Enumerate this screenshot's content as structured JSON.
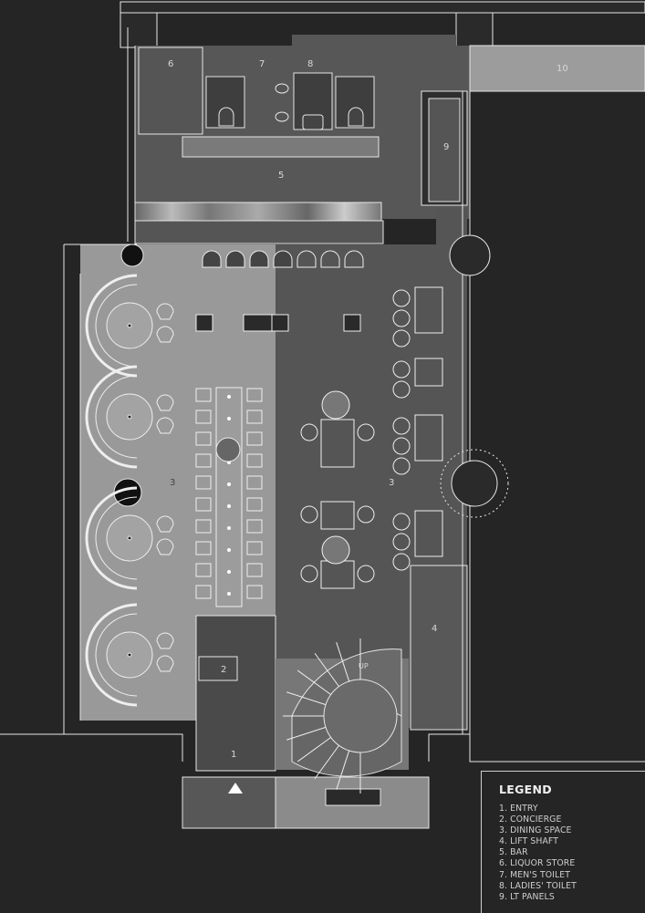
{
  "plan": {
    "room_labels": {
      "entry": "1",
      "concierge": "2",
      "dining_left": "3",
      "dining_right": "3",
      "lift_shaft": "4",
      "bar": "5",
      "liquor_store": "6",
      "mens_toilet": "7",
      "ladies_toilet": "8",
      "lt_panels": "9",
      "area_10": "10"
    },
    "stair_label": "UP"
  },
  "legend": {
    "title": "LEGEND",
    "items": [
      "1. ENTRY",
      "2. CONCIERGE",
      "3. DINING SPACE",
      "4. LIFT SHAFT",
      "5. BAR",
      "6. LIQUOR STORE",
      "7. MEN'S TOILET",
      "8. LADIES' TOILET",
      "9. LT PANELS"
    ]
  }
}
